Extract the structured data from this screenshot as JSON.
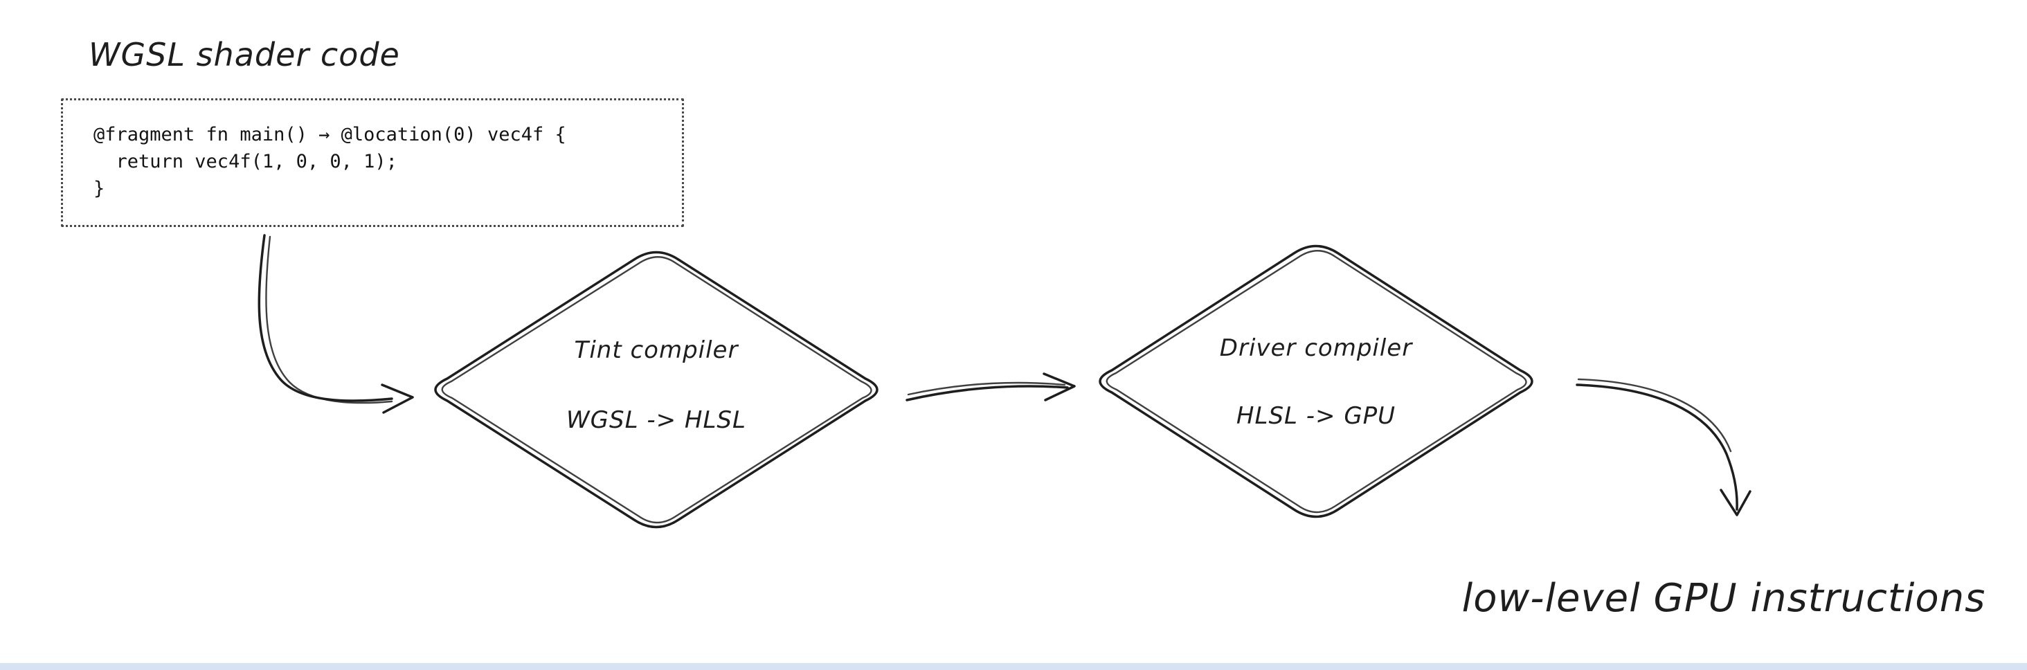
{
  "canvas": {
    "background": "#ffffff",
    "stroke_color": "#1e1e1e",
    "bottom_strip_color": "#d7e3f4"
  },
  "title": {
    "text": "WGSL shader code"
  },
  "code_box": {
    "border_style": "dotted",
    "lines": [
      "@fragment fn main() → @location(0) vec4f {",
      "  return vec4f(1, 0, 0, 1);",
      "}"
    ]
  },
  "nodes": [
    {
      "id": "tint-compiler",
      "shape": "diamond",
      "title": "Tint compiler",
      "subtitle": "WGSL -> HLSL"
    },
    {
      "id": "driver-compiler",
      "shape": "diamond",
      "title": "Driver compiler",
      "subtitle": "HLSL -> GPU"
    }
  ],
  "arrows": [
    {
      "name": "code-to-tint-arrow",
      "from": "code_box",
      "to": "tint-compiler"
    },
    {
      "name": "tint-to-driver-arrow",
      "from": "tint-compiler",
      "to": "driver-compiler"
    },
    {
      "name": "driver-to-output-arrow",
      "from": "driver-compiler",
      "to": "output_label"
    }
  ],
  "output_label": {
    "text": "low-level GPU instructions"
  }
}
